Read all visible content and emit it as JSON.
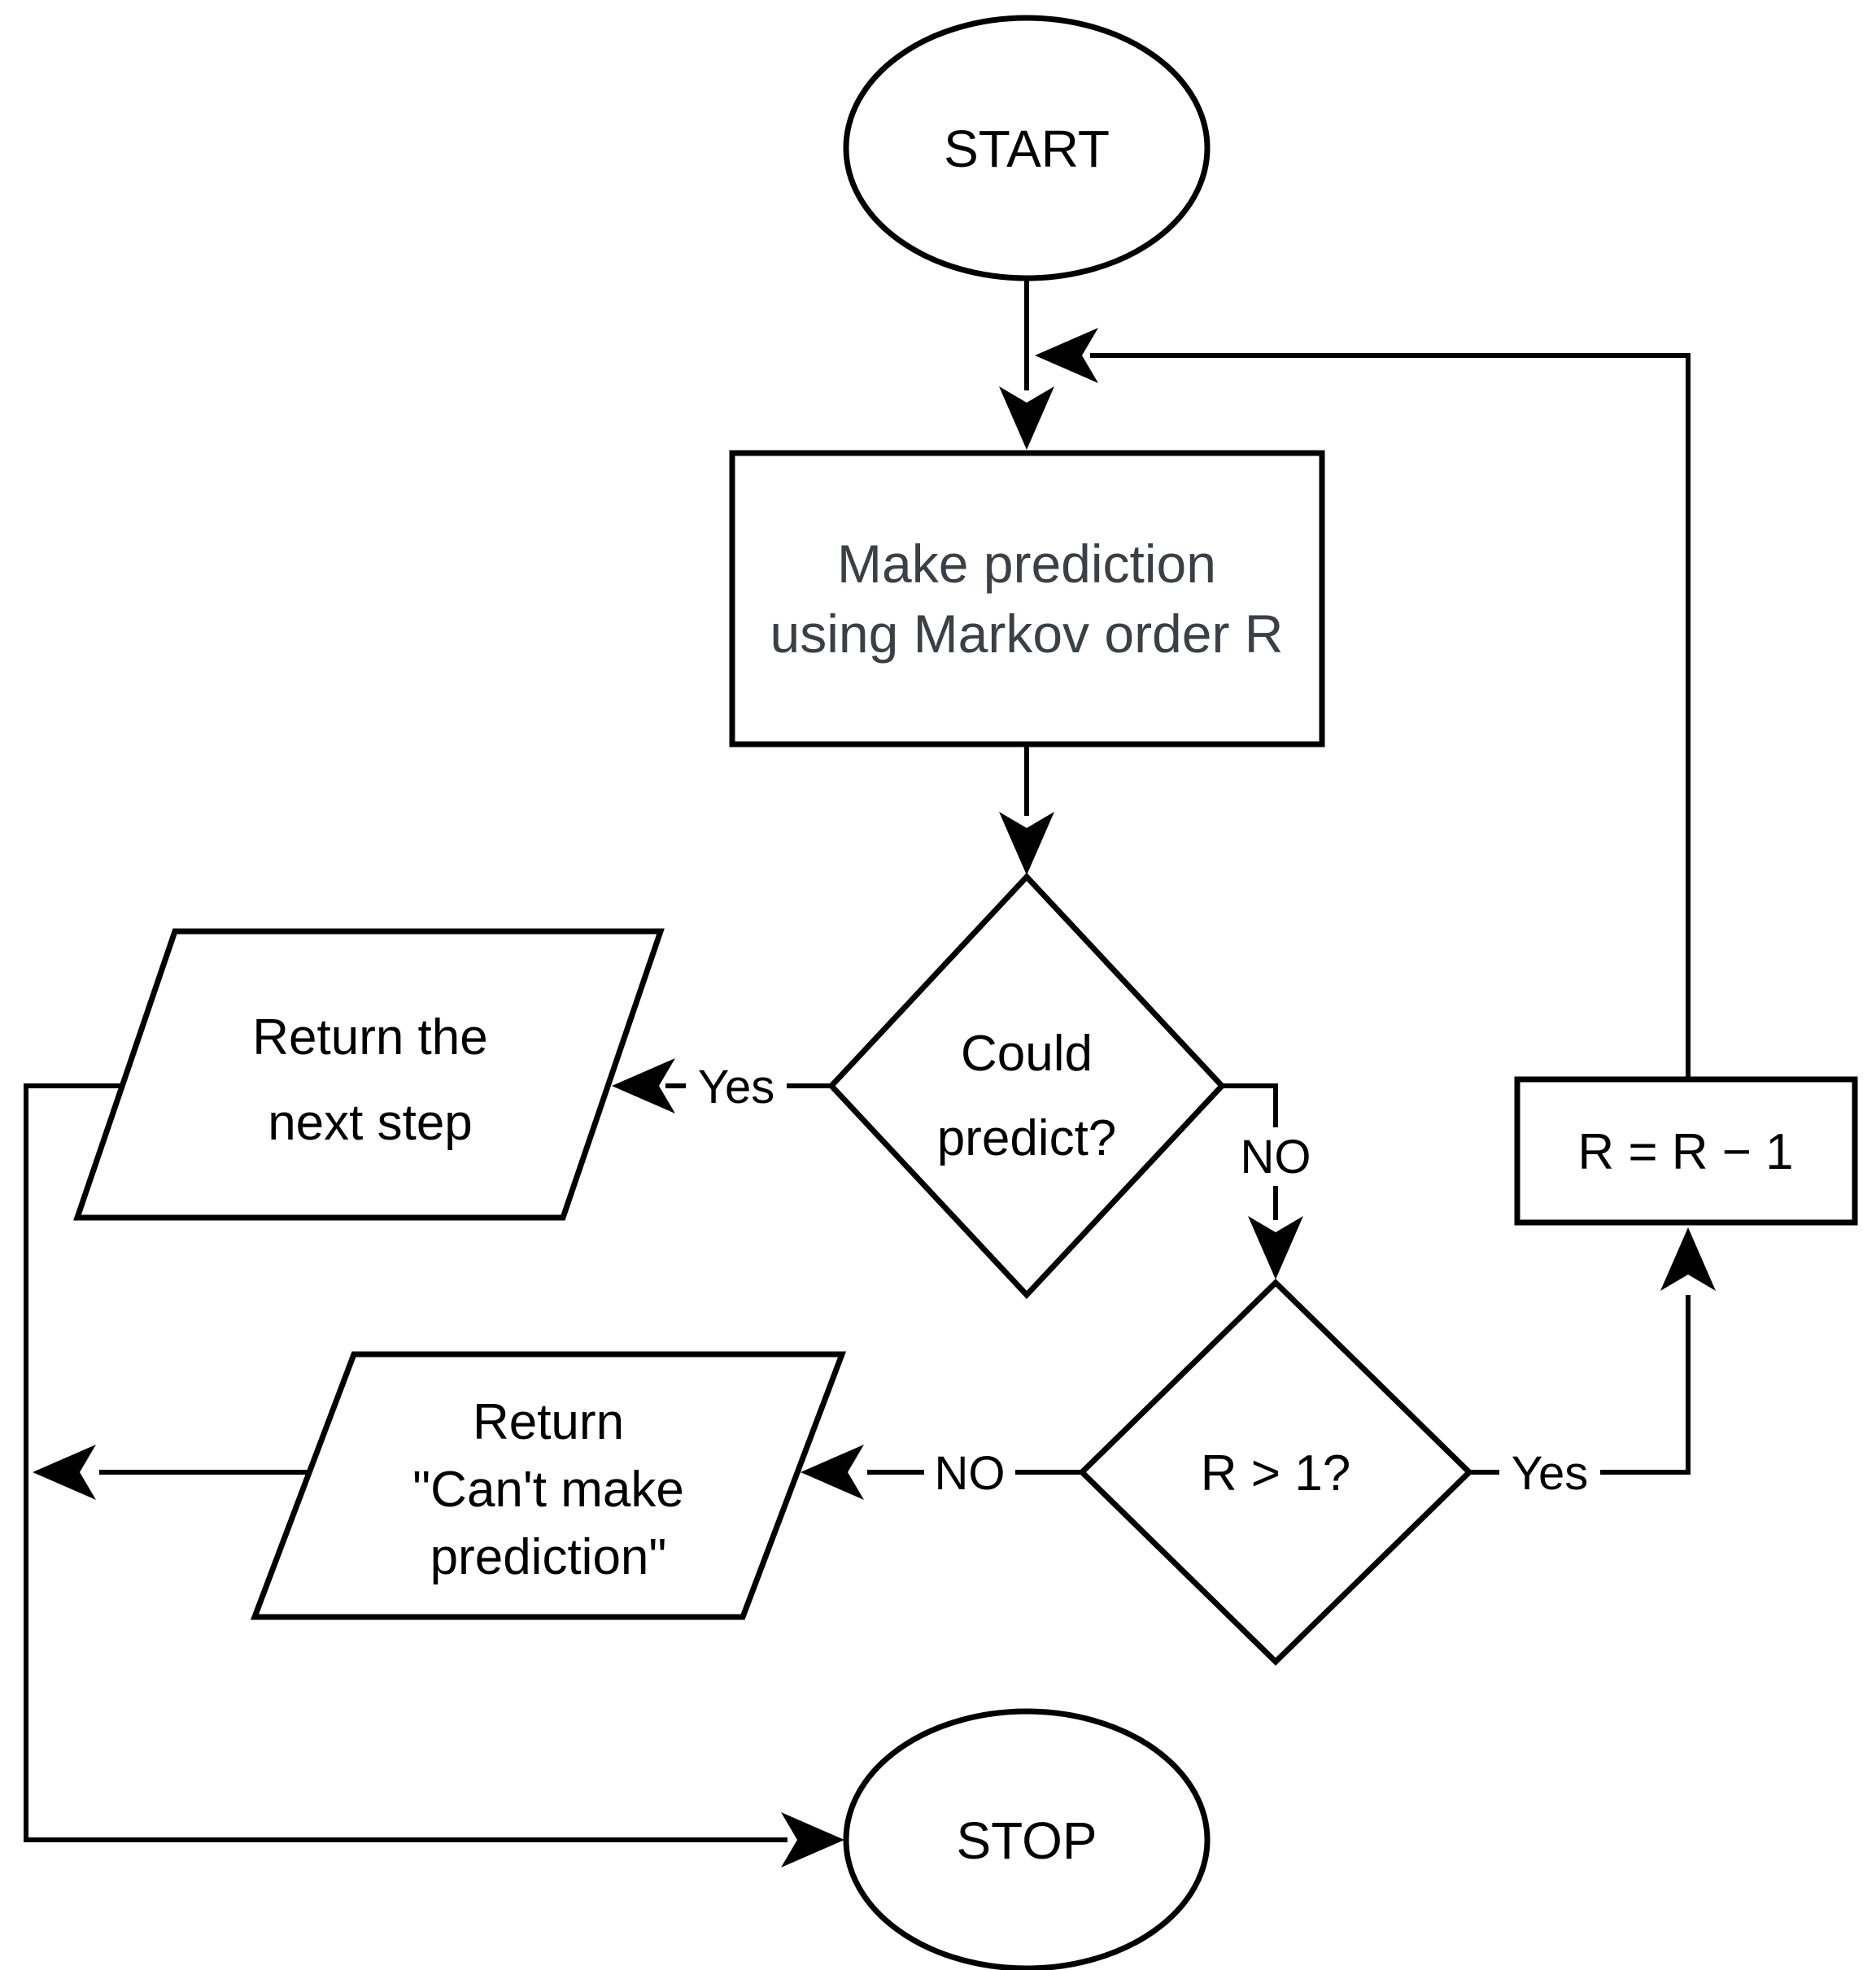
{
  "diagram": {
    "type": "flowchart",
    "background": "#ffffff",
    "stroke_color": "#000000",
    "process_text_color": "#3a4045",
    "nodes": {
      "start": {
        "shape": "ellipse",
        "label": "START"
      },
      "make_prediction": {
        "shape": "rectangle",
        "line1": "Make prediction",
        "line2": "using Markov order R"
      },
      "could_predict": {
        "shape": "diamond",
        "line1": "Could",
        "line2": "predict?"
      },
      "return_next_step": {
        "shape": "parallelogram",
        "line1": "Return the",
        "line2": "next step"
      },
      "r_greater_1": {
        "shape": "diamond",
        "label": "R > 1?"
      },
      "r_decrement": {
        "shape": "rectangle",
        "label": "R = R − 1"
      },
      "return_cant_make": {
        "shape": "parallelogram",
        "line1": "Return",
        "line2": "\"Can't make",
        "line3": "prediction\""
      },
      "stop": {
        "shape": "ellipse",
        "label": "STOP"
      }
    },
    "edge_labels": {
      "could_predict_yes": "Yes",
      "could_predict_no": "NO",
      "r_greater_1_yes": "Yes",
      "r_greater_1_no": "NO"
    }
  }
}
